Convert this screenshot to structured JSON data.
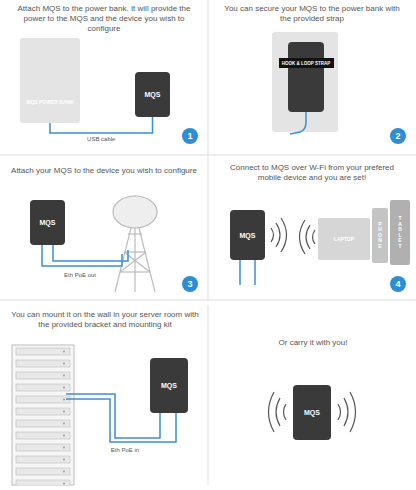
{
  "diagram": {
    "nodes": [
      {
        "text": [
          "MQS POWER BANK"
        ]
      },
      {
        "text": [
          "MQS"
        ]
      },
      {
        "text": [
          "HOOK & LOOP STRAP"
        ]
      },
      {
        "text": [
          "MQS"
        ]
      },
      {
        "text": [
          "MQS"
        ]
      },
      {
        "text": [
          "LAPTOP"
        ]
      },
      {
        "text": [
          "PHONE"
        ]
      },
      {
        "text": [
          "TABLET"
        ]
      },
      {
        "text": [
          "MQS"
        ]
      },
      {
        "text": [
          "MQS"
        ]
      }
    ],
    "edges": [
      {
        "from": 0,
        "to": 1,
        "label": "USB cable",
        "arrow": "none"
      }
    ],
    "labels": [
      "Attach MQS to the power bank. It will provide the power to the MQS and the device you wish to configure",
      "You can secure your MQS to the power bank with the provided strap",
      "1",
      "2",
      "Attach your MQS to the device you wish to configure",
      "Connect to MQS over W-Fi from your prefered mobile device and you are set!",
      "Eth PoE out",
      "3",
      "4",
      "You can mount it on the wall in your server room with the provided bracket and mounting kit",
      "Or carry it with you!",
      "Eth PoE in"
    ]
  }
}
